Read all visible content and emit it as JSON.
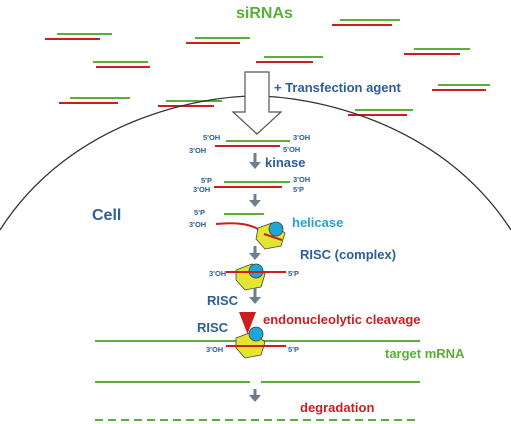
{
  "title": "siRNAs",
  "labels": {
    "transfection": "+ Transfection agent",
    "cell": "Cell",
    "kinase": "kinase",
    "helicase": "helicase",
    "risc_complex": "RISC (complex)",
    "risc_1": "RISC",
    "risc_2": "RISC",
    "cleavage": "endonucleolytic cleavage",
    "target_mrna": "target mRNA",
    "degradation": "degradation"
  },
  "ends": {
    "oh5": "5'OH",
    "oh3": "3'OH",
    "p5": "5'P"
  },
  "colors": {
    "green": "#5aae3a",
    "red": "#cc1e1e",
    "blue": "#2c5e98",
    "cyan": "#1fa6d6",
    "yellow": "#e2e630",
    "arrow_grey": "#6d7e90"
  }
}
